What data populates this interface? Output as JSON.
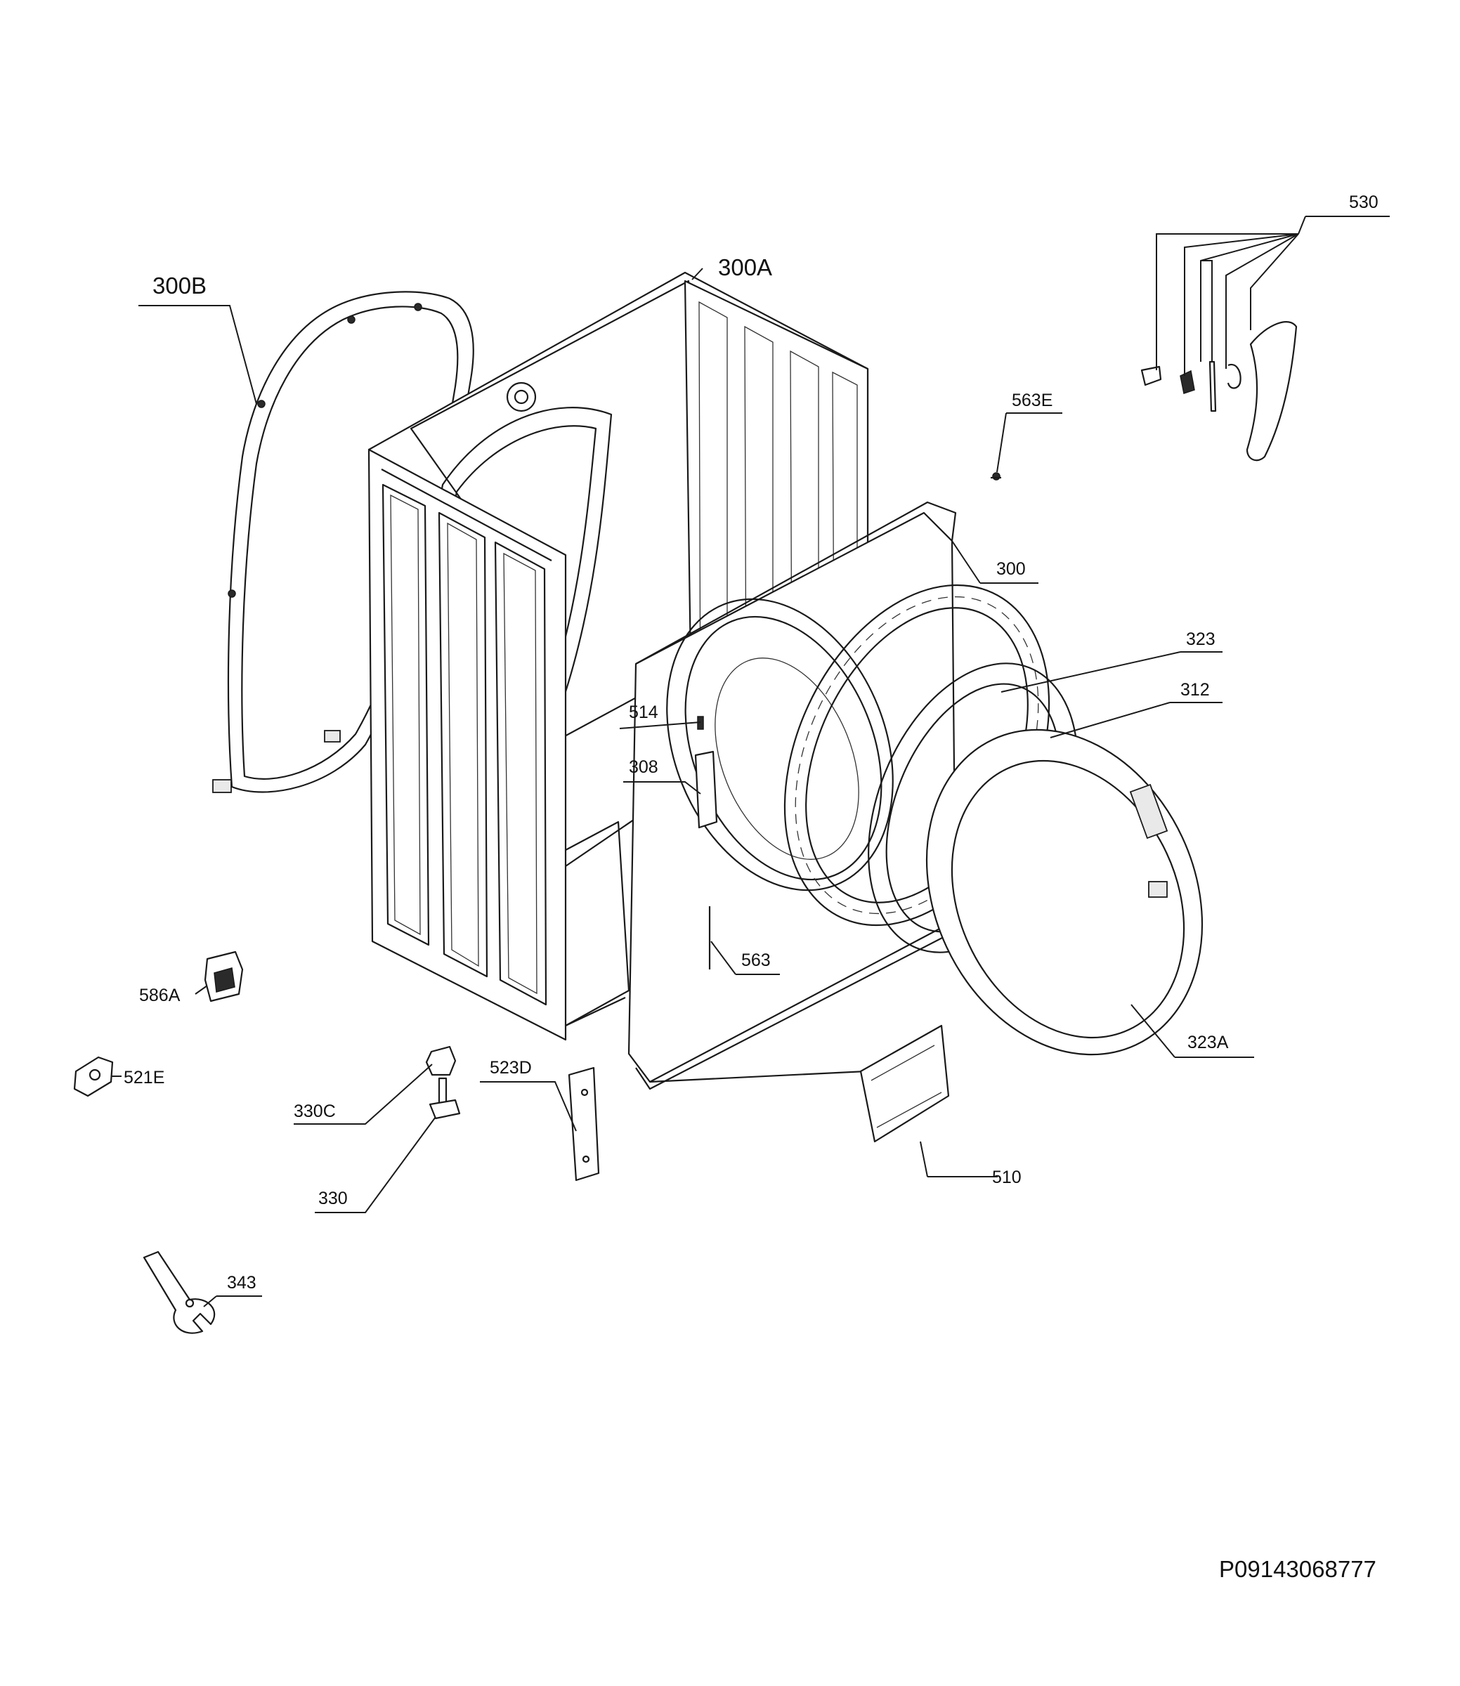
{
  "diagram": {
    "parts": {
      "p530": "530",
      "p300B": "300B",
      "p300A": "300A",
      "p563E": "563E",
      "p300": "300",
      "p323": "323",
      "p312": "312",
      "p514": "514",
      "p308": "308",
      "p563": "563",
      "p586A": "586A",
      "p521E": "521E",
      "p523D": "523D",
      "p330C": "330C",
      "p330": "330",
      "p323A": "323A",
      "p510": "510",
      "p343": "343"
    },
    "drawing_code": "P09143068777"
  }
}
